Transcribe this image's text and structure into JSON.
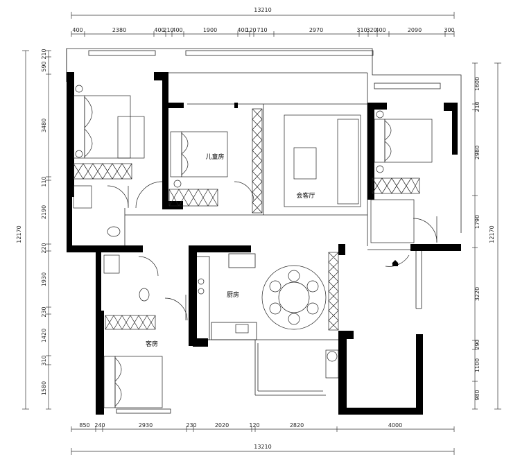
{
  "rooms": {
    "children": "儿童房",
    "living": "会客厅",
    "kitchen": "厨房",
    "guest": "客房"
  },
  "dims": {
    "overall_top": "13210",
    "overall_bottom": "13210",
    "overall_left": "12170",
    "overall_right": "12170",
    "top": [
      "400",
      "2380",
      "400",
      "210",
      "400",
      "1900",
      "400",
      "120",
      "710",
      "2970",
      "310",
      "320",
      "400",
      "2090",
      "300"
    ],
    "bottom": [
      "850",
      "240",
      "2930",
      "230",
      "2020",
      "120",
      "2820",
      "4000"
    ],
    "left": [
      "210",
      "590",
      "3480",
      "110",
      "2190",
      "220",
      "1930",
      "230",
      "1420",
      "310",
      "1580"
    ],
    "right": [
      "1600",
      "210",
      "2980",
      "1790",
      "3220",
      "290",
      "1100",
      "980"
    ]
  }
}
